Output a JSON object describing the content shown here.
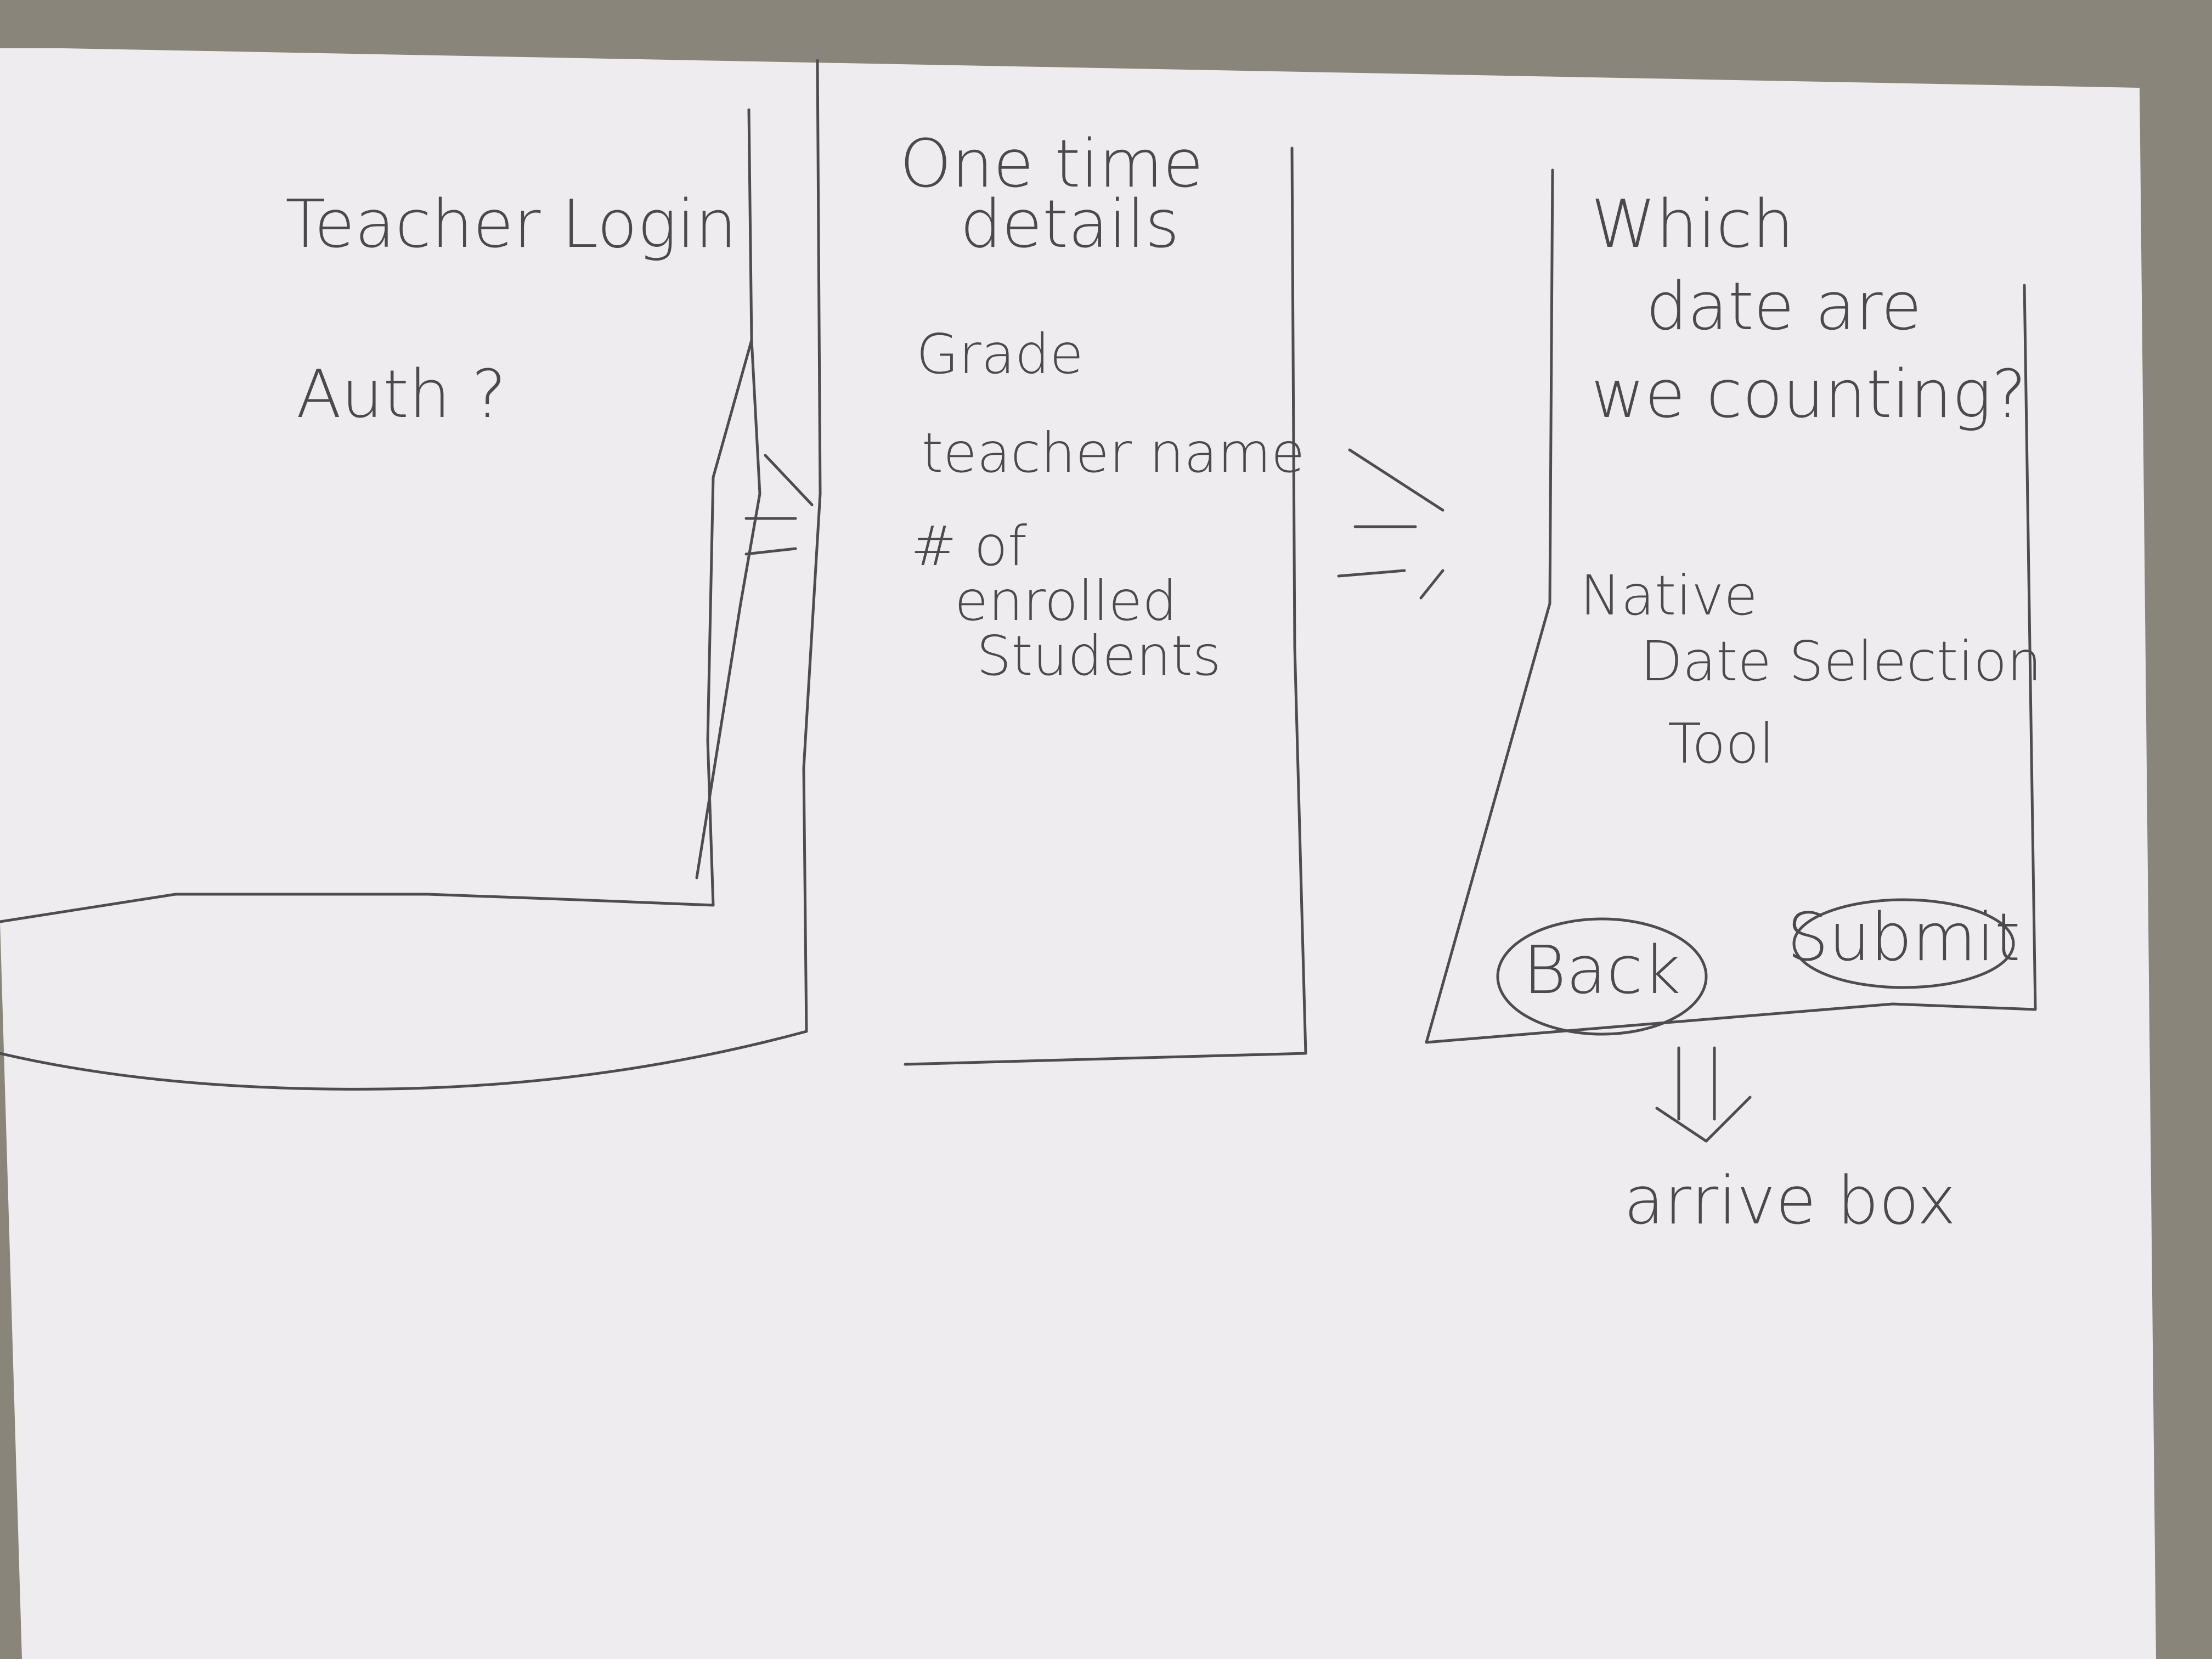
{
  "sketch": {
    "frames": [
      {
        "id": "login",
        "lines": [
          "Teacher Login",
          "Auth ?"
        ]
      },
      {
        "id": "details",
        "lines": [
          "One time",
          "details",
          "Grade",
          "teacher name",
          "# of",
          "enrolled",
          "Students"
        ]
      },
      {
        "id": "date",
        "lines": [
          "Which",
          "date are",
          "we counting?",
          "Native",
          "Date Selection",
          "Tool"
        ],
        "buttons": [
          "Back",
          "Submit"
        ]
      }
    ],
    "footer_note": "arrive box"
  },
  "colors": {
    "paper": "#efecef",
    "ink": "#4d4d4d",
    "carpet": "#8a857a"
  }
}
